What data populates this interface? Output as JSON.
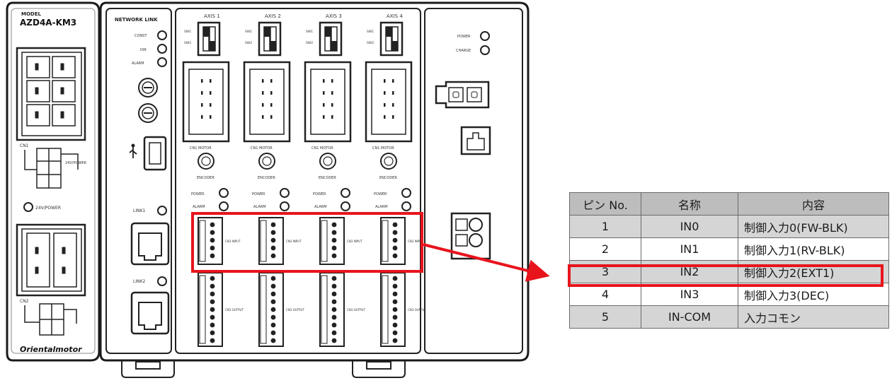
{
  "device": {
    "model_caption": "MODEL",
    "model": "AZD4A-KM3",
    "brand": "Orientalmotor",
    "network_label": "NETWORK LINK",
    "left_led_labels": [
      "CONST",
      "DIR",
      "ALARM"
    ],
    "axes": [
      "AXIS 1",
      "AXIS 2",
      "AXIS 3",
      "AXIS 4"
    ],
    "axis_switch_labels": [
      "SW1",
      "SW2"
    ],
    "motor_connector_label": "CN1 MOTOR",
    "encoder_label": "ENCODER",
    "axis_led_labels": [
      "POWER",
      "ALARM"
    ],
    "io_labels": [
      "CN3 INPUT",
      "CN3 OUTPUT"
    ],
    "right_led_labels": [
      "POWER",
      "CHARGE"
    ],
    "left_panel_labels": [
      "CN1",
      "CN2",
      "24V/POWER"
    ],
    "mid_panel_labels": [
      "LINK1",
      "LINK2"
    ]
  },
  "pin_table": {
    "headers": [
      "ピン No.",
      "名称",
      "内容"
    ],
    "rows": [
      {
        "pin": "1",
        "name": "IN0",
        "desc": "制御入力0(FW-BLK)"
      },
      {
        "pin": "2",
        "name": "IN1",
        "desc": "制御入力1(RV-BLK)"
      },
      {
        "pin": "3",
        "name": "IN2",
        "desc": "制御入力2(EXT1)"
      },
      {
        "pin": "4",
        "name": "IN3",
        "desc": "制御入力3(DEC)"
      },
      {
        "pin": "5",
        "name": "IN-COM",
        "desc": "入力コモン"
      }
    ],
    "highlighted_row": 3
  },
  "colors": {
    "highlight": "#e8141c",
    "header_bg": "#bdbdbd",
    "row_shade": "#d5d5d5"
  },
  "icons": [
    "usb-icon",
    "arrow-icon"
  ]
}
